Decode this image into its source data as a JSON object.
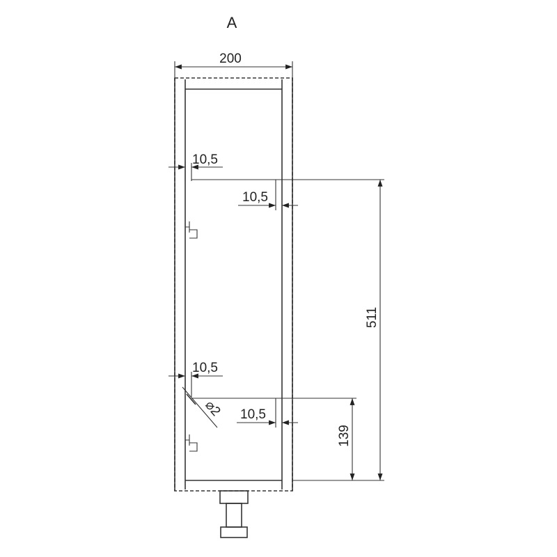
{
  "view_label": "A",
  "dimensions": {
    "overall_width": "200",
    "hole_offset_upper_left": "10,5",
    "hole_offset_upper_right": "10,5",
    "hole_offset_lower_left": "10,5",
    "hole_offset_lower_right": "10,5",
    "hole_diameter": "⌀2",
    "vertical_upper": "511",
    "vertical_lower": "139"
  },
  "colors": {
    "line": "#333333",
    "background": "#ffffff"
  }
}
